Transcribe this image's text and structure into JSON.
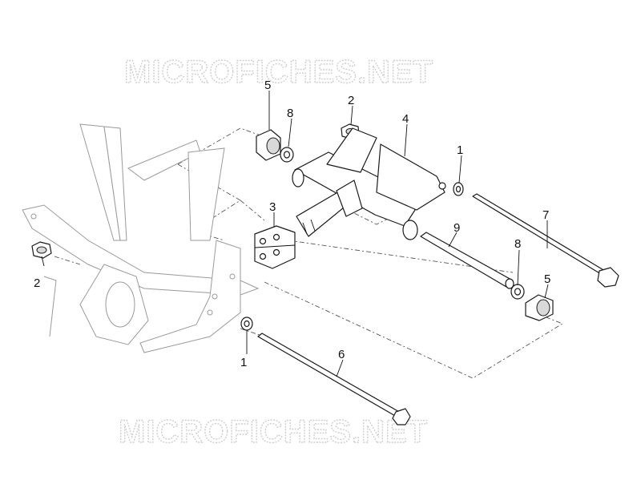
{
  "watermark": {
    "text": "MICROFICHES.NET",
    "color": "#cfcfcf"
  },
  "callouts": [
    {
      "id": "c5a",
      "label": "5"
    },
    {
      "id": "c8a",
      "label": "8"
    },
    {
      "id": "c2a",
      "label": "2"
    },
    {
      "id": "c4",
      "label": "4"
    },
    {
      "id": "c1a",
      "label": "1"
    },
    {
      "id": "c3",
      "label": "3"
    },
    {
      "id": "c7",
      "label": "7"
    },
    {
      "id": "c9",
      "label": "9"
    },
    {
      "id": "c2b",
      "label": "2"
    },
    {
      "id": "c8b",
      "label": "8"
    },
    {
      "id": "c5b",
      "label": "5"
    },
    {
      "id": "c1b",
      "label": "1"
    },
    {
      "id": "c6",
      "label": "6"
    }
  ]
}
